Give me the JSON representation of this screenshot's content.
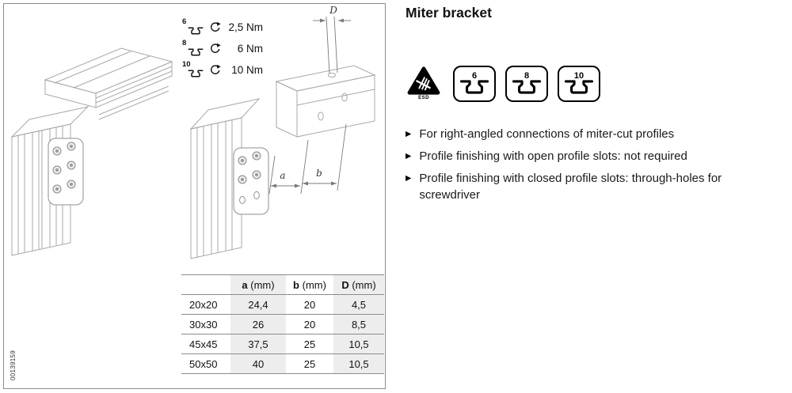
{
  "figure": {
    "image_id": "00139159",
    "torque_legend": [
      {
        "size": "6",
        "value": "2,5 Nm"
      },
      {
        "size": "8",
        "value": "6 Nm"
      },
      {
        "size": "10",
        "value": "10 Nm"
      }
    ],
    "dim_labels": {
      "D": "D",
      "a": "a",
      "b": "b"
    },
    "table": {
      "headers": [
        {
          "key": "",
          "unit": ""
        },
        {
          "key": "a",
          "unit": "(mm)"
        },
        {
          "key": "b",
          "unit": "(mm)"
        },
        {
          "key": "D",
          "unit": "(mm)"
        }
      ],
      "rows": [
        [
          "20x20",
          "24,4",
          "20",
          "4,5"
        ],
        [
          "30x30",
          "26",
          "20",
          "8,5"
        ],
        [
          "45x45",
          "37,5",
          "25",
          "10,5"
        ],
        [
          "50x50",
          "40",
          "25",
          "10,5"
        ]
      ]
    }
  },
  "content": {
    "title": "Miter bracket",
    "esd_label": "ESD",
    "profile_sizes": [
      "6",
      "8",
      "10"
    ],
    "bullet_marker": "▶",
    "bullets": [
      "For right-angled connections of miter-cut profiles",
      "Profile finishing with open profile slots: not required",
      "Profile finishing with closed profile slots: through-holes for screwdriver"
    ]
  },
  "colors": {
    "table_shade": "#ededed",
    "panel_border": "#8c8c8c",
    "accent_black": "#000000"
  }
}
